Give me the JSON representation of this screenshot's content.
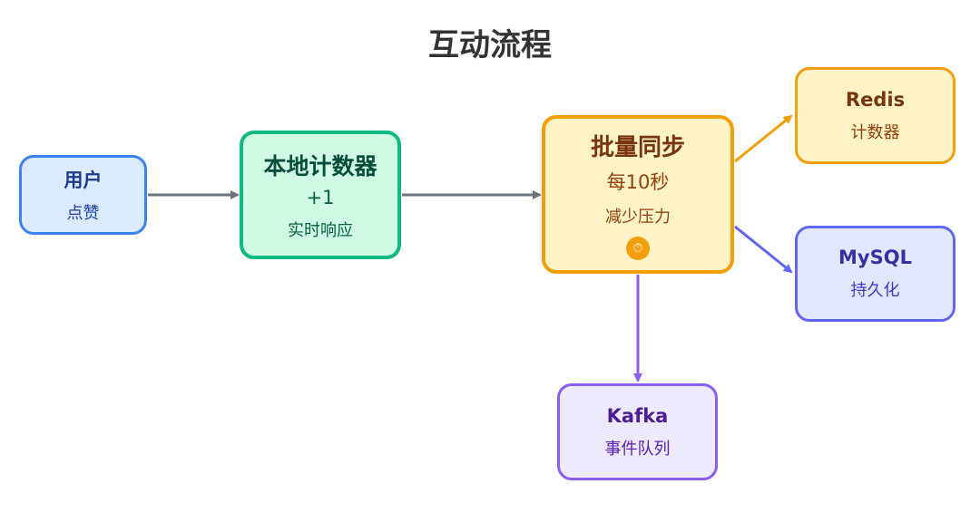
{
  "title": "互动流程",
  "colors": {
    "gray_arrow": "#6b7280",
    "orange": "#f59e0b",
    "indigo": "#6366f1",
    "purple": "#8b5cf6",
    "green": "#10b981",
    "blue": "#3b82f6"
  },
  "nodes": {
    "user": {
      "title": "用户",
      "subtitle": "点赞"
    },
    "local_counter": {
      "title": "本地计数器",
      "middle": "+1",
      "subtitle": "实时响应"
    },
    "batch_sync": {
      "title": "批量同步",
      "middle": "每10秒",
      "subtitle": "减少压力",
      "icon": "timer-icon",
      "icon_glyph": "⏱"
    },
    "redis": {
      "title": "Redis",
      "subtitle": "计数器"
    },
    "mysql": {
      "title": "MySQL",
      "subtitle": "持久化"
    },
    "kafka": {
      "title": "Kafka",
      "subtitle": "事件队列"
    }
  },
  "edges": [
    {
      "from": "user",
      "to": "local_counter"
    },
    {
      "from": "local_counter",
      "to": "batch_sync"
    },
    {
      "from": "batch_sync",
      "to": "redis"
    },
    {
      "from": "batch_sync",
      "to": "mysql"
    },
    {
      "from": "batch_sync",
      "to": "kafka"
    }
  ]
}
